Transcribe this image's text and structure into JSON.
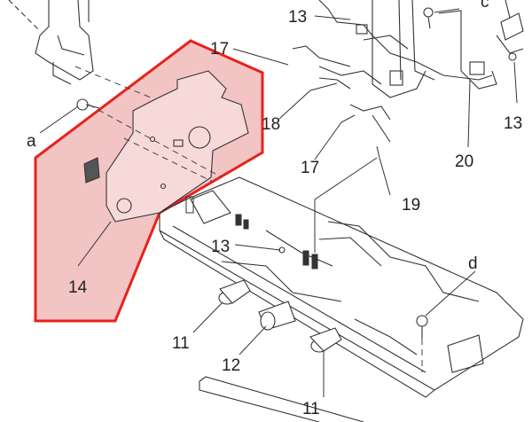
{
  "diagram": {
    "highlight_color": "#e8221b",
    "highlight_fill": "#f3c4c4",
    "line_color": "#333333",
    "callouts": {
      "part_11_left": "11",
      "part_11_bottom": "11",
      "part_12": "12",
      "part_13_top": "13",
      "part_13_mid": "13",
      "part_13_right": "13",
      "part_14": "14",
      "part_17_top": "17",
      "part_17_mid": "17",
      "part_18": "18",
      "part_19": "19",
      "part_20": "20",
      "screw_a": "a",
      "screw_c": "c",
      "screw_d": "d"
    }
  }
}
